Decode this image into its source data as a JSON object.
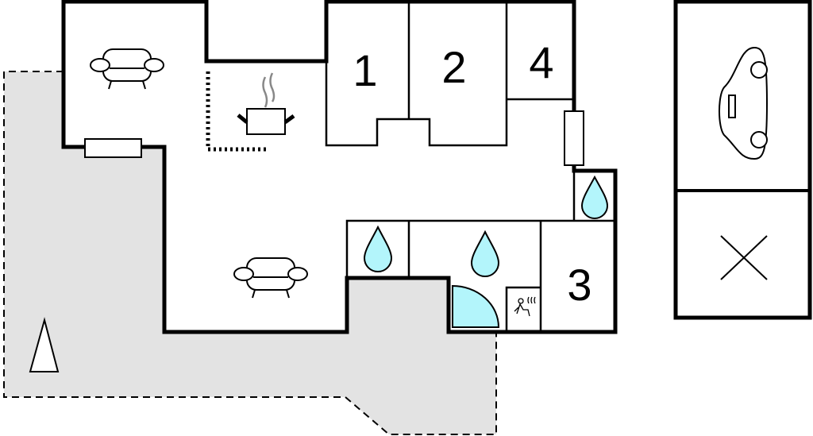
{
  "rooms": {
    "room1": "1",
    "room2": "2",
    "room3": "3",
    "room4": "4"
  },
  "colors": {
    "terrace": "#e3e3e3",
    "water": "#b3f5fb",
    "wall": "#000000"
  },
  "icons": [
    "sofa-icon",
    "cooking-pot-icon",
    "water-drop-icon",
    "shower-icon",
    "sauna-icon",
    "car-icon",
    "cross-icon",
    "north-arrow-icon",
    "window-icon"
  ]
}
